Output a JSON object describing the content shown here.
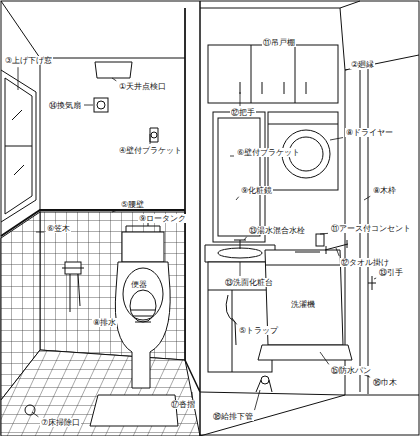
{
  "diagram": {
    "labels": [
      "⑪吊戸棚",
      "②廻縁",
      "①天井点検口",
      "⑭換気扇",
      "⑫把手",
      "⑧ドライヤー",
      "③上げ下げ窓",
      "④壁付ブラケット",
      "⑥壁付ブラケット",
      "⑨化粧鏡",
      "⑧木枠",
      "⑤腰壁",
      "⑥笠木",
      "⑨ロータンク",
      "⑬湯水混合水栓",
      "⑪アース付コンセント",
      "⑫タオル掛け",
      "⑬引手",
      "便器",
      "⑧排水",
      "⑬洗面化粧台",
      "洗濯機",
      "⑤トラップ",
      "⑮防水パン",
      "⑯巾木",
      "⑰沓摺",
      "⑱給排下管",
      "⑦床掃除口"
    ]
  }
}
